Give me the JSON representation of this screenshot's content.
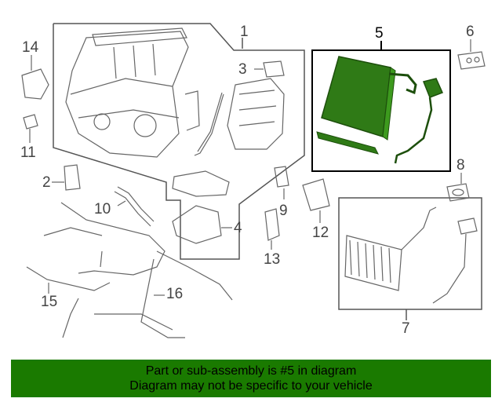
{
  "callouts": {
    "n1": "1",
    "n2": "2",
    "n3": "3",
    "n4": "4",
    "n5": "5",
    "n6": "6",
    "n7": "7",
    "n8": "8",
    "n9": "9",
    "n10": "10",
    "n11": "11",
    "n12": "12",
    "n13": "13",
    "n14": "14",
    "n15": "15",
    "n16": "16"
  },
  "highlight_color": "#2f7a16",
  "banner": {
    "line1": "Part or sub-assembly is #5 in diagram",
    "line2": "Diagram may not be specific to your vehicle",
    "background": "#1a7a00"
  }
}
